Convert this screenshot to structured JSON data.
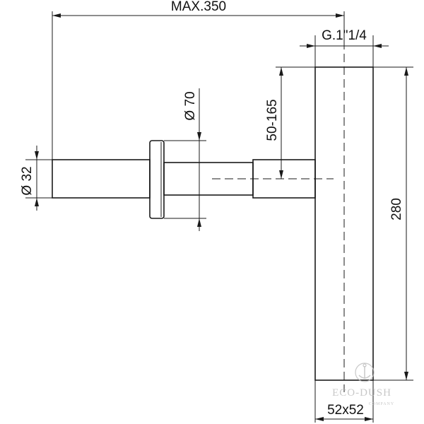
{
  "dimensions": {
    "max_length": "MAX.350",
    "thread": "G.1\"1/4",
    "outlet_diameter": "Ø 70",
    "height_adjust": "50-165",
    "pipe_diameter": "Ø 32",
    "total_height": "280",
    "base_size": "52x52"
  },
  "watermark": {
    "brand": "ECO-DUSH",
    "sub": "COMPANY"
  },
  "colors": {
    "line": "#1a1a1a",
    "watermark": "#bfbfbf",
    "background": "#ffffff"
  }
}
